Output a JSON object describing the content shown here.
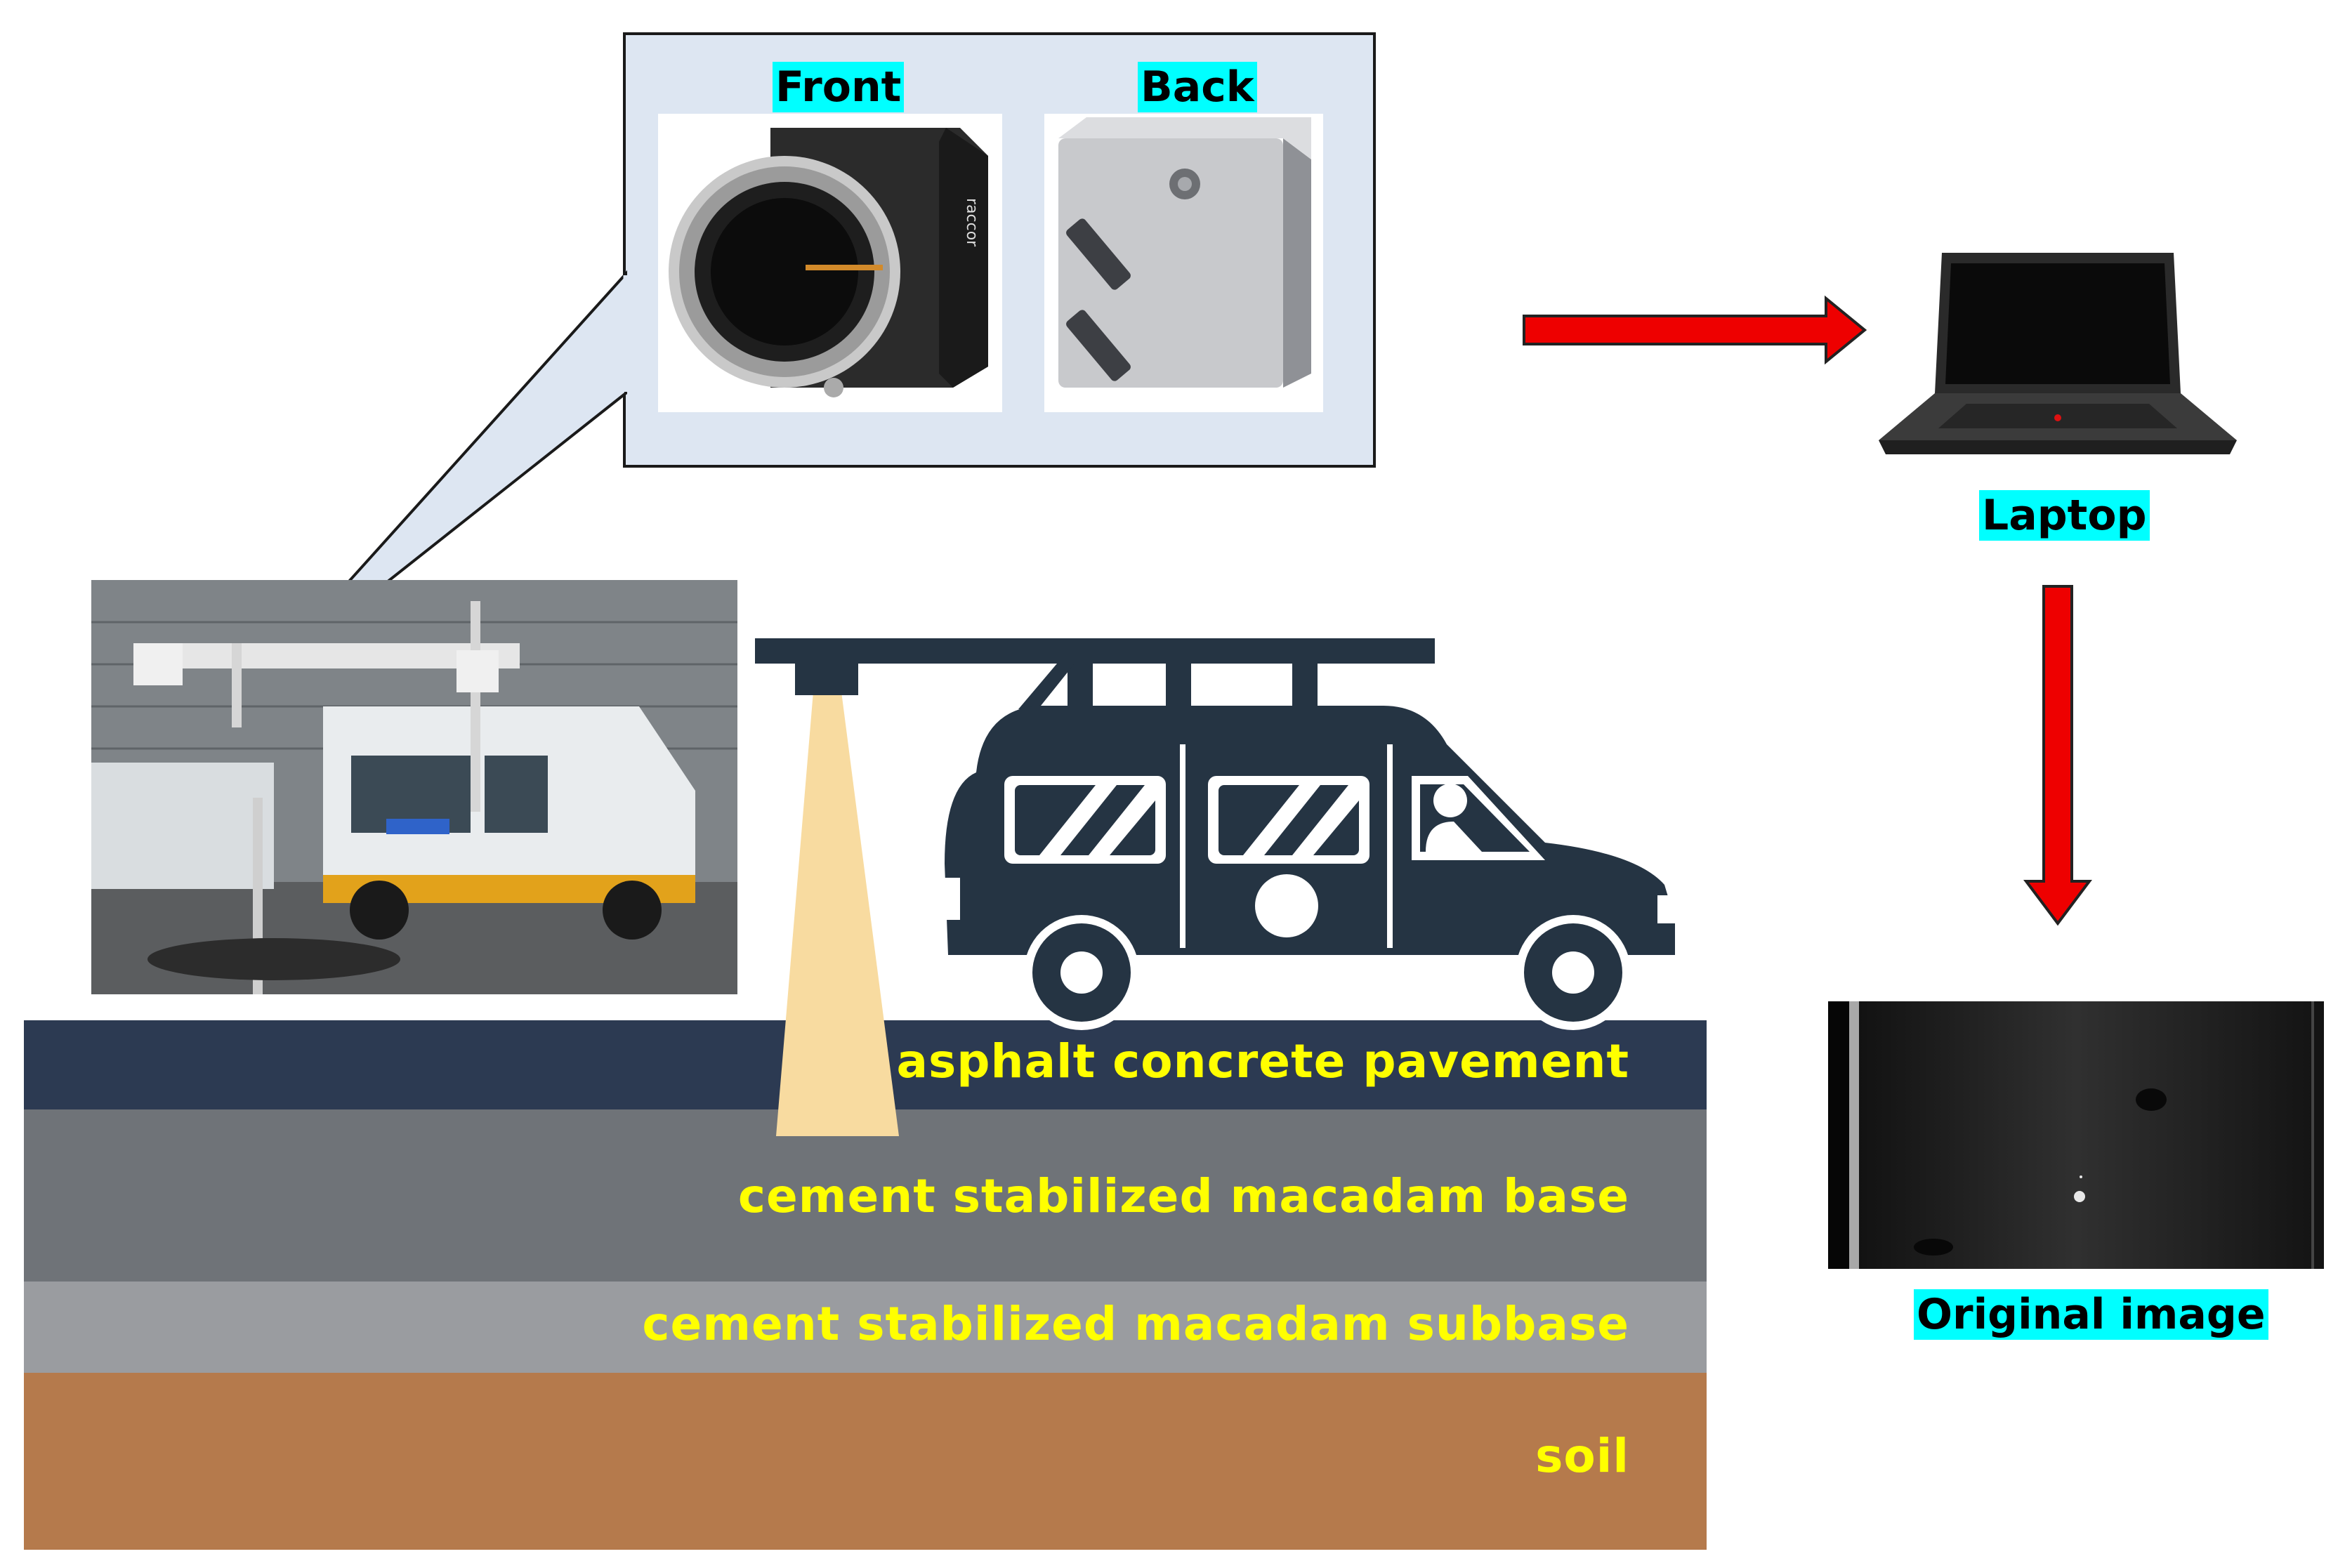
{
  "camera_panel": {
    "front_label": "Front",
    "back_label": "Back",
    "camera_brand": "raccor"
  },
  "laptop": {
    "label": "Laptop"
  },
  "original_image": {
    "label": "Original image"
  },
  "pavement_layers": [
    {
      "label": "asphalt concrete pavement",
      "color": "#2c3a52"
    },
    {
      "label": "cement stabilized macadam base",
      "color": "#6f7378"
    },
    {
      "label": "cement stabilized macadam subbase",
      "color": "#9a9ca0"
    },
    {
      "label": "soil",
      "color": "#b57a4c"
    }
  ],
  "colors": {
    "arrow": "#ee0000",
    "label_highlight": "#00ffff",
    "layer_text": "#ffff00",
    "van_silhouette": "#253443",
    "light_beam": "#f8dba0",
    "panel_background": "#dde6f2"
  }
}
